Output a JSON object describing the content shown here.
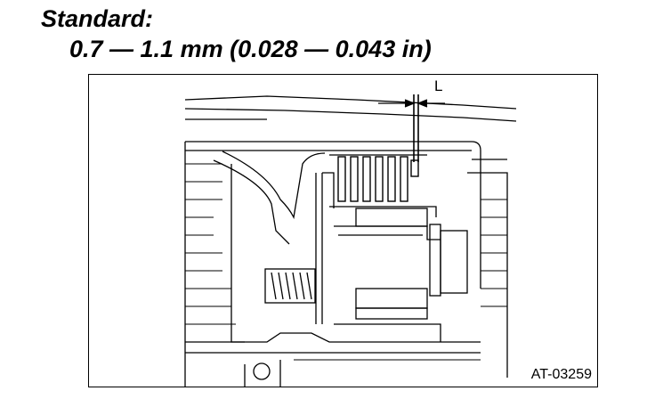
{
  "spec": {
    "title": "Standard:",
    "value": "0.7 — 1.1 mm (0.028 — 0.043 in)"
  },
  "figure": {
    "dimension_label": "L",
    "figure_id": "AT-03259"
  }
}
